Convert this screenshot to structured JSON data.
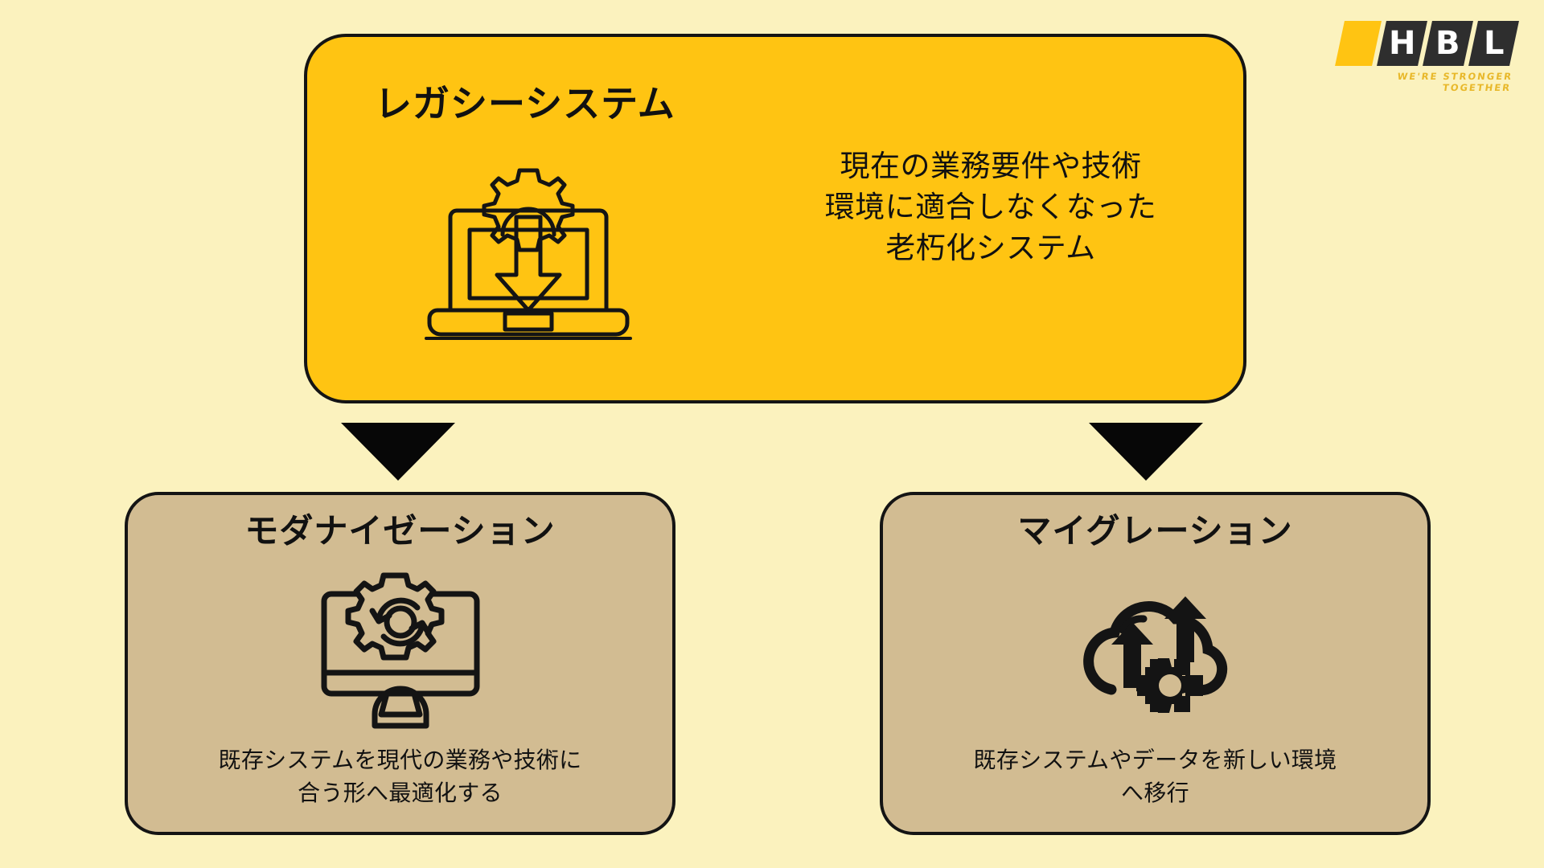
{
  "background_color": "#FBF2BE",
  "logo": {
    "letters": [
      "H",
      "B",
      "L"
    ],
    "tagline": "WE'RE STRONGER TOGETHER",
    "bar_color": "#FFC412",
    "tile_color": "#2E2E2E",
    "letter_color": "#FFFFFF",
    "tagline_color": "#E8B82A"
  },
  "legacy": {
    "title": "レガシーシステム",
    "body": "現在の業務要件や技術\n環境に適合しなくなった\n老朽化システム",
    "body_lines": [
      "現在の業務要件や技術",
      "環境に適合しなくなった",
      "老朽化システム"
    ],
    "icon": "laptop-gear-download-icon",
    "fill_color": "#FFC412",
    "border_color": "#141414"
  },
  "connectors": [
    {
      "name": "arrow-to-modernization",
      "direction": "down",
      "color": "#070707"
    },
    {
      "name": "arrow-to-migration",
      "direction": "down",
      "color": "#070707"
    }
  ],
  "cards": [
    {
      "title": "モダナイゼーション",
      "body_lines": [
        "既存システムを現代の業務や技術に",
        "合う形へ最適化する"
      ],
      "icon": "monitor-gear-refresh-icon",
      "fill_color": "#D2BC92",
      "border_color": "#141414"
    },
    {
      "title": "マイグレーション",
      "body_lines": [
        "既存システムやデータを新しい環境",
        "へ移行"
      ],
      "icon": "cloud-upload-gear-icon",
      "fill_color": "#D2BC92",
      "border_color": "#141414"
    }
  ]
}
